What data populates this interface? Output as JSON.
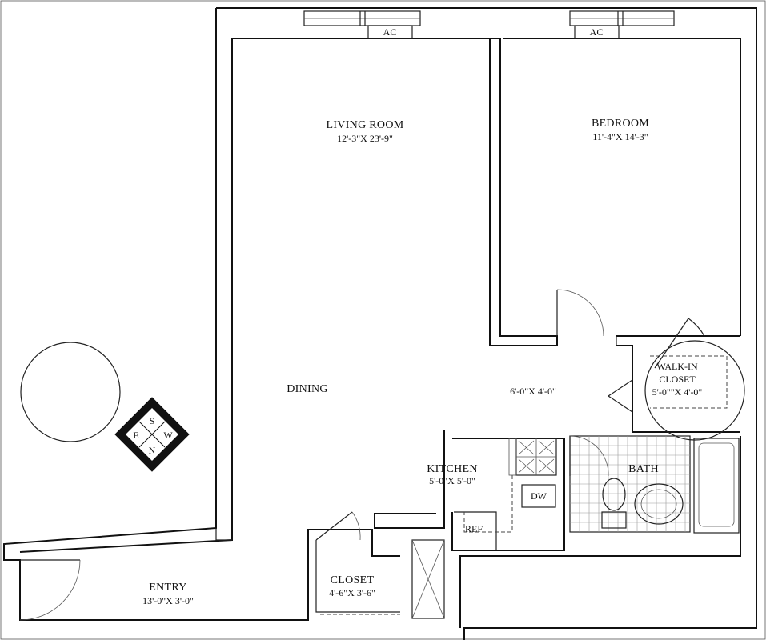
{
  "rooms": {
    "living_room": {
      "name": "LIVING ROOM",
      "dims": "12'-3\"X 23'-9\""
    },
    "bedroom": {
      "name": "BEDROOM",
      "dims": "11'-4\"X 14'-3\""
    },
    "dining": {
      "name": "DINING"
    },
    "foyer": {
      "dims": "6'-0\"X 4'-0\""
    },
    "walk_in_closet": {
      "name_line1": "WALK-IN",
      "name_line2": "CLOSET",
      "dims": "5'-0\"\"X 4'-0\""
    },
    "kitchen": {
      "name": "KITCHEN",
      "dims": "5'-0\"X 5'-0\""
    },
    "bath": {
      "name": "BATH"
    },
    "entry": {
      "name": "ENTRY",
      "dims": "13'-0\"X 3'-0\""
    },
    "closet": {
      "name": "CLOSET",
      "dims": "4'-6\"X 3'-6\""
    }
  },
  "fixtures": {
    "ac_living": "AC",
    "ac_bedroom": "AC",
    "dishwasher": "DW",
    "refrigerator": "REF"
  },
  "compass": {
    "top": "S",
    "left": "E",
    "right": "W",
    "bottom": "N"
  }
}
